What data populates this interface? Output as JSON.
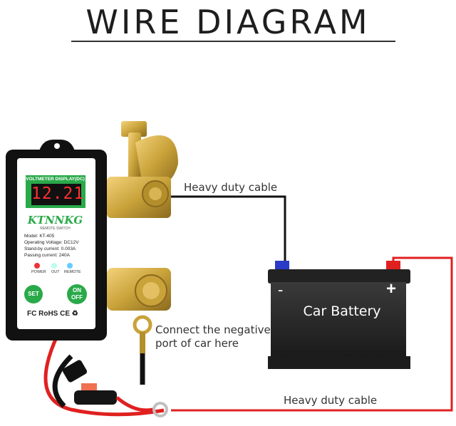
{
  "title": "WIRE DIAGRAM",
  "labels": {
    "top_cable": "Heavy duty cable",
    "negative_line1": "Connect the negative",
    "negative_line2": "port of car here",
    "bottom_cable": "Heavy duty cable"
  },
  "battery": {
    "label": "Car Battery",
    "minus": "-",
    "plus": "+"
  },
  "switch_panel": {
    "display_header": "VOLTMETER DISPLAY(DC)",
    "display_value": "12.21",
    "brand": "KTNNKG",
    "brand_sub": "REMOTE SWITCH",
    "specs": [
      "Model: KT-405",
      "Operating Voltage: DC12V",
      "Stand-by current: 0.003A",
      "Passing current: 240A"
    ],
    "leds": [
      "POWER",
      "OUT",
      "REMOTE"
    ],
    "set_button": "SET",
    "on_button": "ON",
    "off_button": "OFF",
    "certifications": "FC RoHS CE ♻"
  },
  "colors": {
    "red_wire": "#e02020",
    "black_wire": "#111111",
    "brass": "#c9a23a",
    "battery_body": "#2b2b2b",
    "brand_green": "#2aa94a"
  }
}
